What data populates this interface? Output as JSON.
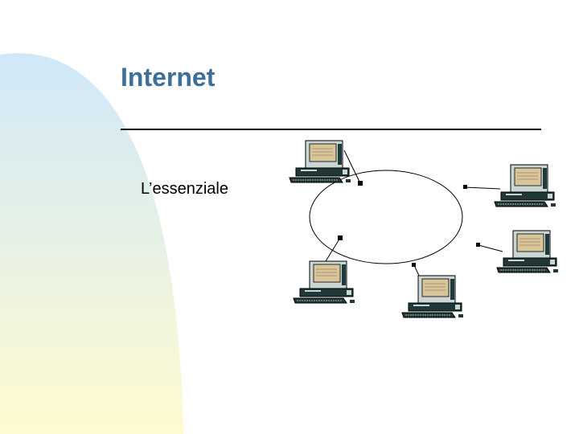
{
  "slide": {
    "title": "Internet",
    "subtitle": "L’essenziale"
  },
  "colors": {
    "title": "#3d6f9b",
    "gradient_top": "#cfe8f9",
    "gradient_bottom": "#fffbd0",
    "computer_case": "#c9d6d4",
    "computer_screen": "#d9c59a",
    "ring_line": "#000000"
  },
  "diagram": {
    "type": "ring-network",
    "nodes": [
      {
        "name": "computer-top-left"
      },
      {
        "name": "computer-top-right"
      },
      {
        "name": "computer-right"
      },
      {
        "name": "computer-bottom-center"
      },
      {
        "name": "computer-bottom-left"
      }
    ]
  }
}
